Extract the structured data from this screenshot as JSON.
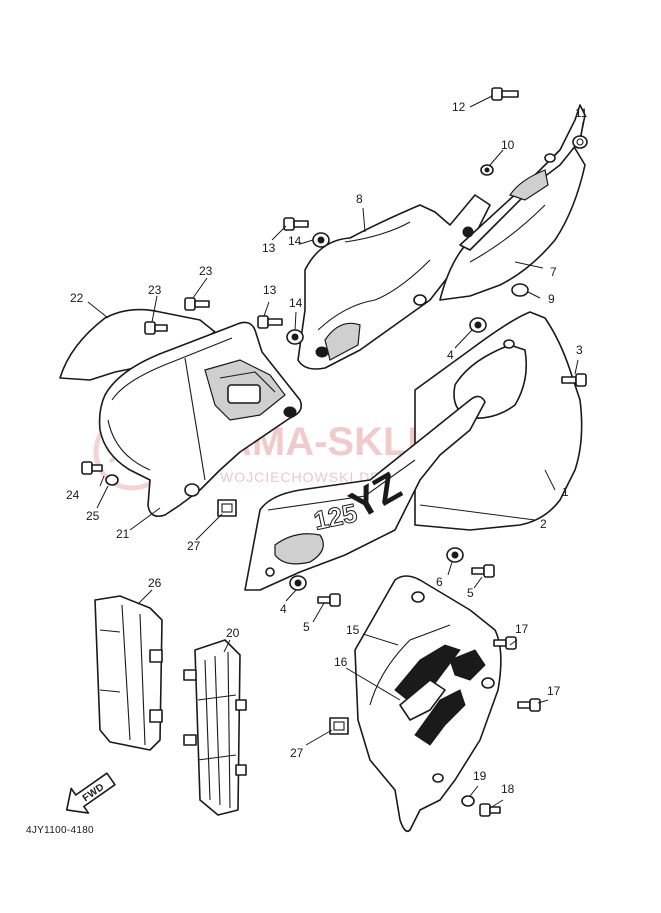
{
  "diagram": {
    "part_code": "4JY1100-4180",
    "fwd_label": "FWD",
    "watermark": {
      "main": "YAMA-SKLEP.PL",
      "sub": "WOJCIECHOWSKI DEALER YAMAHA"
    },
    "graphics": {
      "side_number": "125",
      "brand_mark": "YZ"
    },
    "callouts": [
      {
        "id": "c1",
        "label": "1"
      },
      {
        "id": "c2",
        "label": "2"
      },
      {
        "id": "c3",
        "label": "3"
      },
      {
        "id": "c4a",
        "label": "4"
      },
      {
        "id": "c4b",
        "label": "4"
      },
      {
        "id": "c5a",
        "label": "5"
      },
      {
        "id": "c5b",
        "label": "5"
      },
      {
        "id": "c6",
        "label": "6"
      },
      {
        "id": "c7",
        "label": "7"
      },
      {
        "id": "c8",
        "label": "8"
      },
      {
        "id": "c9",
        "label": "9"
      },
      {
        "id": "c10",
        "label": "10"
      },
      {
        "id": "c11",
        "label": "11"
      },
      {
        "id": "c12",
        "label": "12"
      },
      {
        "id": "c13a",
        "label": "13"
      },
      {
        "id": "c13b",
        "label": "13"
      },
      {
        "id": "c14a",
        "label": "14"
      },
      {
        "id": "c14b",
        "label": "14"
      },
      {
        "id": "c15",
        "label": "15"
      },
      {
        "id": "c16",
        "label": "16"
      },
      {
        "id": "c17a",
        "label": "17"
      },
      {
        "id": "c17b",
        "label": "17"
      },
      {
        "id": "c18",
        "label": "18"
      },
      {
        "id": "c19",
        "label": "19"
      },
      {
        "id": "c20",
        "label": "20"
      },
      {
        "id": "c21",
        "label": "21"
      },
      {
        "id": "c22",
        "label": "22"
      },
      {
        "id": "c23a",
        "label": "23"
      },
      {
        "id": "c23b",
        "label": "23"
      },
      {
        "id": "c24",
        "label": "24"
      },
      {
        "id": "c25",
        "label": "25"
      },
      {
        "id": "c26",
        "label": "26"
      },
      {
        "id": "c27a",
        "label": "27"
      },
      {
        "id": "c27b",
        "label": "27"
      }
    ]
  }
}
